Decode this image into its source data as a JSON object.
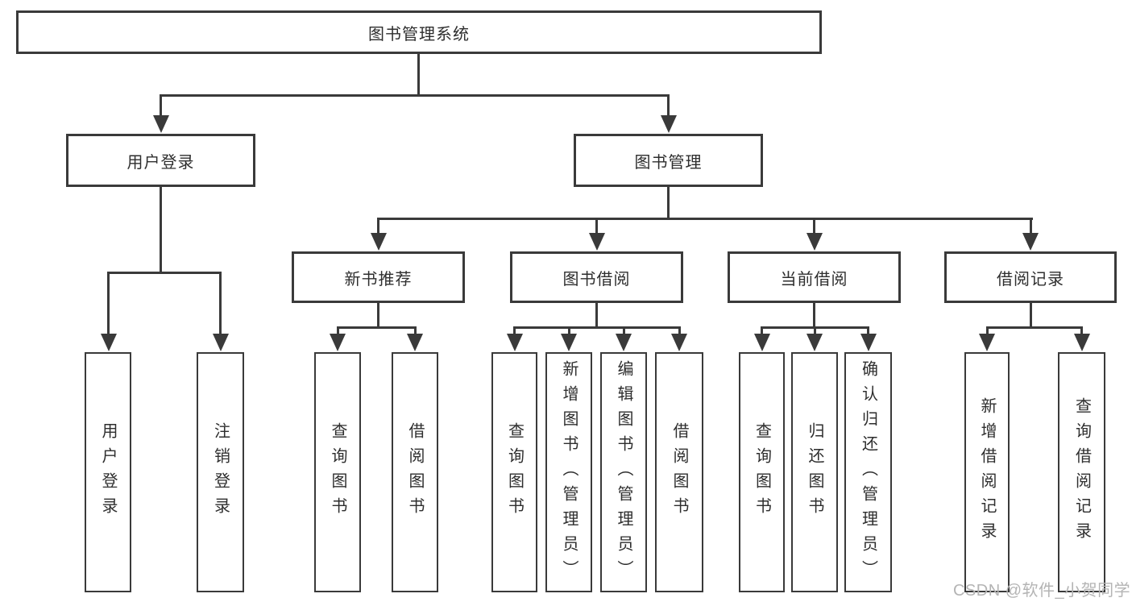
{
  "colors": {
    "line": "#3a3a3a",
    "text": "#2e2e2e",
    "watermark": "#b4b4b4",
    "background": "#ffffff"
  },
  "watermark": "CSDN @软件_小贺同学",
  "tree": {
    "root": "图书管理系统",
    "branches": [
      {
        "label": "用户登录",
        "leaves": [
          "用户登录",
          "注销登录"
        ]
      },
      {
        "label": "图书管理",
        "groups": [
          {
            "label": "新书推荐",
            "leaves": [
              "查询图书",
              "借阅图书"
            ]
          },
          {
            "label": "图书借阅",
            "leaves": [
              "查询图书",
              "新增图书（管理员）",
              "编辑图书（管理员）",
              "借阅图书"
            ]
          },
          {
            "label": "当前借阅",
            "leaves": [
              "查询图书",
              "归还图书",
              "确认归还（管理员）"
            ]
          },
          {
            "label": "借阅记录",
            "leaves": [
              "新增借阅记录",
              "查询借阅记录"
            ]
          }
        ]
      }
    ]
  }
}
